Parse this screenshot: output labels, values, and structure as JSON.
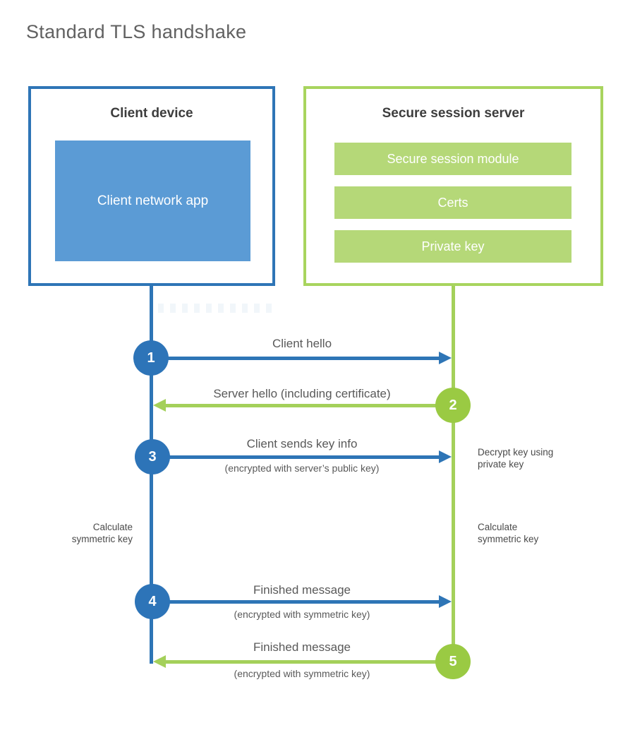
{
  "page": {
    "title": "Standard TLS handshake"
  },
  "colors": {
    "blue_accent": "#2e75b6",
    "blue_fill": "#5b9bd5",
    "green_accent": "#a4d05a",
    "green_fill": "#b5d878",
    "green_circle": "#9aca43",
    "text_dark": "#3d3d3d",
    "text_gray": "#595959",
    "white": "#ffffff"
  },
  "client": {
    "title": "Client device",
    "app_label": "Client network app"
  },
  "server": {
    "title": "Secure session server",
    "modules": [
      {
        "label": "Secure session module"
      },
      {
        "label": "Certs"
      },
      {
        "label": "Private key"
      }
    ]
  },
  "steps": [
    {
      "number": "1",
      "actor": "client",
      "direction": "right",
      "label": "Client hello",
      "sublabel": ""
    },
    {
      "number": "2",
      "actor": "server",
      "direction": "left",
      "label": "Server hello (including certificate)",
      "sublabel": ""
    },
    {
      "number": "3",
      "actor": "client",
      "direction": "right",
      "label": "Client sends key info",
      "sublabel": "(encrypted with server’s public key)"
    },
    {
      "number": "4",
      "actor": "client",
      "direction": "right",
      "label": "Finished message",
      "sublabel": "(encrypted with symmetric key)"
    },
    {
      "number": "5",
      "actor": "server",
      "direction": "left",
      "label": "Finished message",
      "sublabel": "(encrypted with symmetric key)"
    }
  ],
  "notes": {
    "decrypt": "Decrypt key using private key",
    "calculate_left": "Calculate symmetric key",
    "calculate_right": "Calculate symmetric key"
  }
}
